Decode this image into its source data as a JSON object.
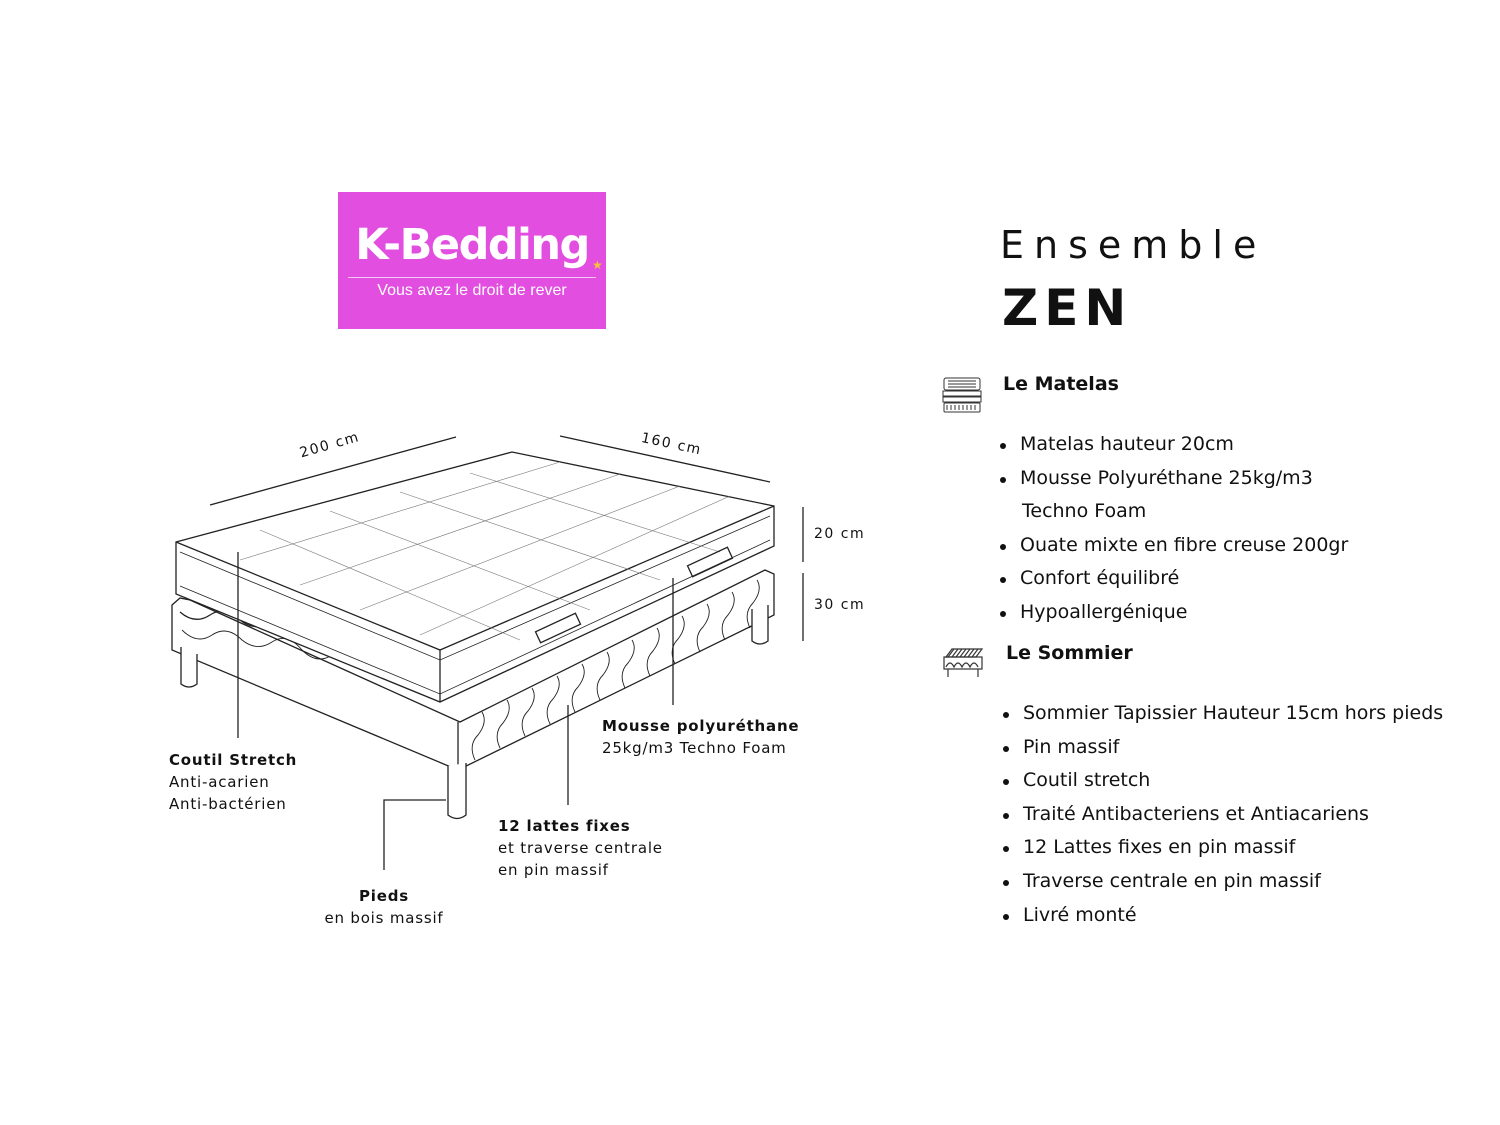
{
  "logo": {
    "brand": "K-Bedding",
    "tagline": "Vous avez le droit de rever",
    "colors": {
      "background": "#e24ee0",
      "text": "#ffffff",
      "star": "#f7c23d"
    }
  },
  "heading": {
    "line1": "Ensemble",
    "line2": "ZEN"
  },
  "matelas": {
    "title": "Le Matelas",
    "icon": "mattress-icon",
    "items": [
      {
        "text": "Matelas hauteur 20cm",
        "bullet": true
      },
      {
        "text": "Mousse Polyuréthane 25kg/m3",
        "bullet": true
      },
      {
        "text": "Techno Foam",
        "bullet": false
      },
      {
        "text": "Ouate mixte en fibre creuse 200gr",
        "bullet": true
      },
      {
        "text": "Confort  équilibré",
        "bullet": true
      },
      {
        "text": "Hypoallergénique",
        "bullet": true
      }
    ]
  },
  "sommier": {
    "title": "Le Sommier",
    "icon": "bed-base-icon",
    "items": [
      {
        "text": "Sommier Tapissier Hauteur 15cm hors pieds",
        "bullet": true
      },
      {
        "text": "Pin massif",
        "bullet": true
      },
      {
        "text": "Coutil stretch",
        "bullet": true
      },
      {
        "text": "Traité Antibacteriens et Antiacariens",
        "bullet": true
      },
      {
        "text": "12 Lattes fixes en pin massif",
        "bullet": true
      },
      {
        "text": "Traverse centrale en pin massif",
        "bullet": true
      },
      {
        "text": "Livré monté",
        "bullet": true
      }
    ]
  },
  "diagram": {
    "dimensions": {
      "length": "200 cm",
      "width": "160 cm",
      "mattress_height": "20 cm",
      "base_height": "30 cm"
    },
    "labels": {
      "coutil": {
        "title": "Coutil Stretch",
        "line1": "Anti-acarien",
        "line2": "Anti-bactérien"
      },
      "mousse": {
        "title": "Mousse polyuréthane",
        "line1": "25kg/m3 Techno Foam"
      },
      "lattes": {
        "title": "12 lattes fixes",
        "line1": "et traverse centrale",
        "line2": "en pin massif"
      },
      "pieds": {
        "title": "Pieds",
        "line1": "en bois massif"
      }
    }
  }
}
